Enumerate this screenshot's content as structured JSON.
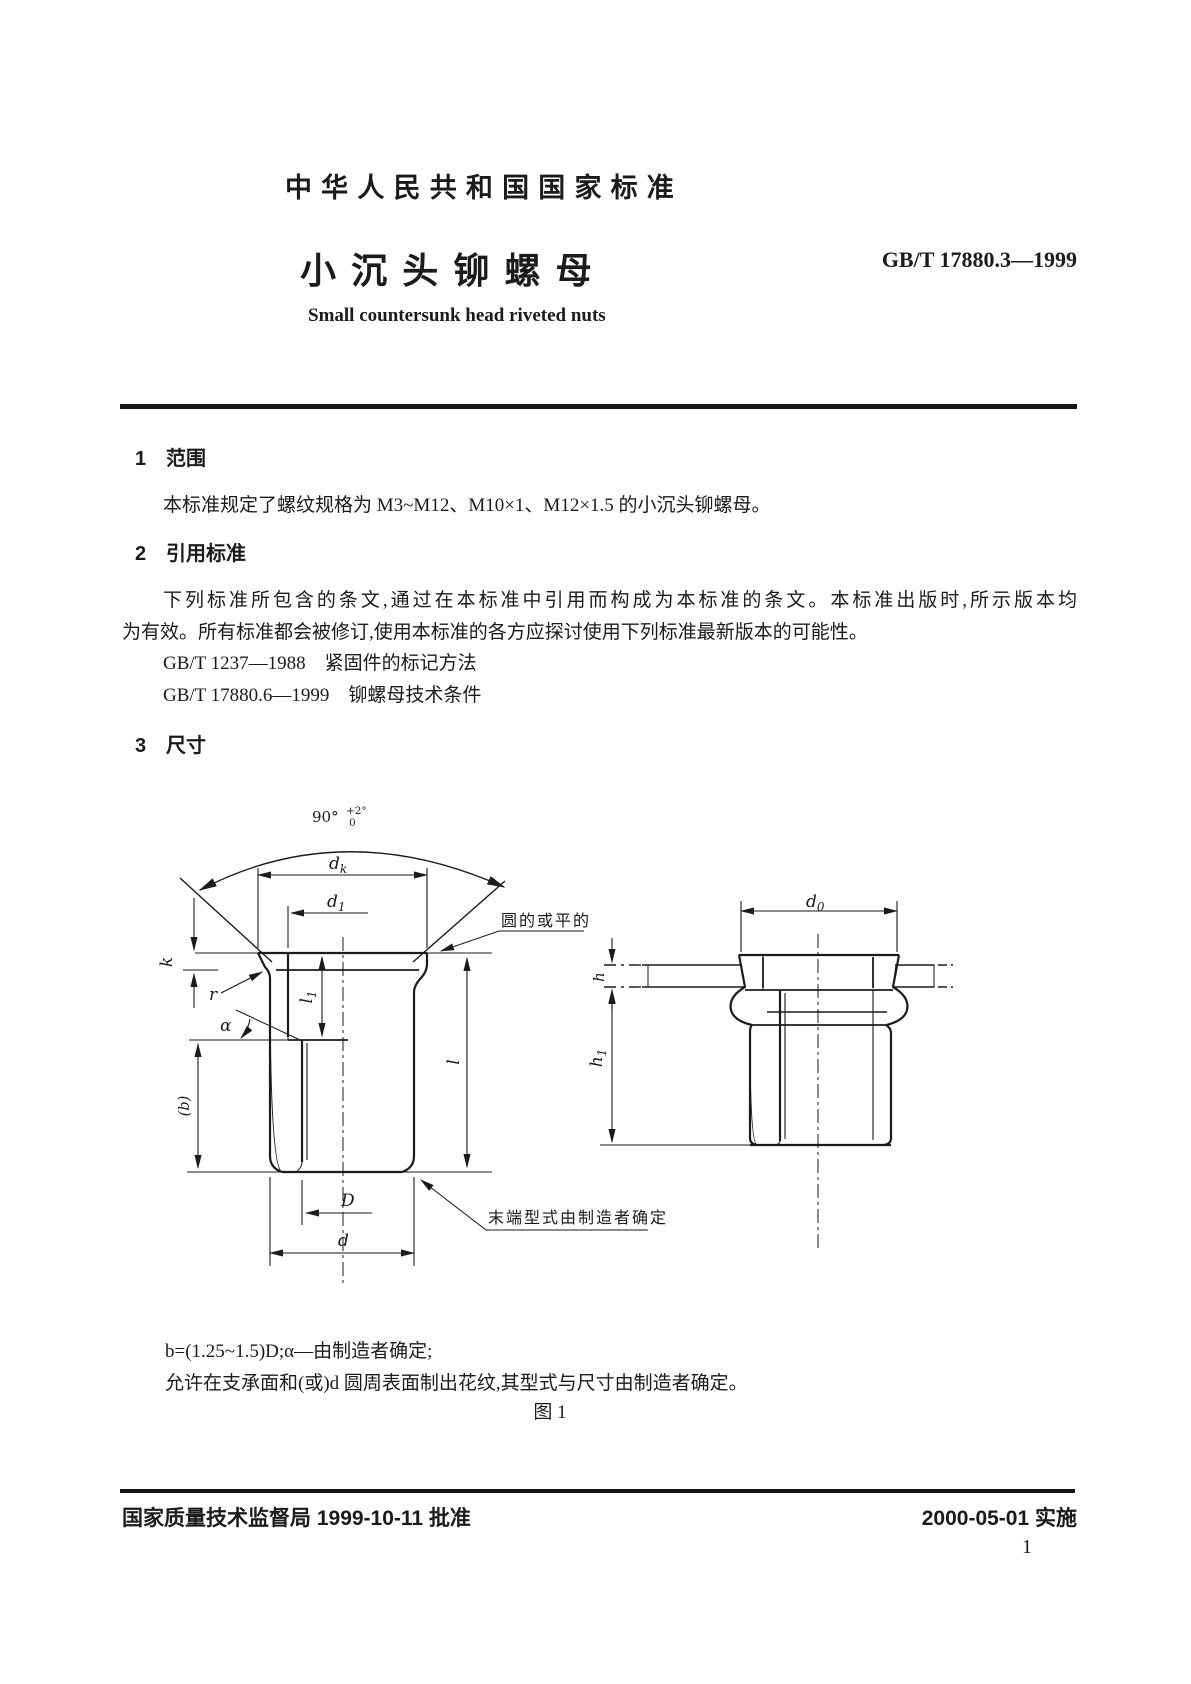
{
  "page": {
    "number": "1"
  },
  "header": {
    "national_standard": "中华人民共和国国家标准",
    "title_cn": "小沉头铆螺母",
    "standard_code": "GB/T 17880.3—1999",
    "title_en": "Small countersunk head riveted nuts"
  },
  "sections": {
    "s1": {
      "num": "1",
      "title": "范围",
      "body": "本标准规定了螺纹规格为 M3~M12、M10×1、M12×1.5 的小沉头铆螺母。"
    },
    "s2": {
      "num": "2",
      "title": "引用标准",
      "line1": "下列标准所包含的条文,通过在本标准中引用而构成为本标准的条文。本标准出版时,所示版本均",
      "line2": "为有效。所有标准都会被修订,使用本标准的各方应探讨使用下列标准最新版本的可能性。",
      "ref1": "GB/T 1237—1988　紧固件的标记方法",
      "ref2": "GB/T 17880.6—1999　铆螺母技术条件"
    },
    "s3": {
      "num": "3",
      "title": "尺寸"
    }
  },
  "figure": {
    "caption": "图 1",
    "note1": "b=(1.25~1.5)D;α—由制造者确定;",
    "note2": "允许在支承面和(或)d 圆周表面制出花纹,其型式与尺寸由制造者确定。",
    "callouts": {
      "head_edge": "圆的或平的",
      "end_form": "末端型式由制造者确定"
    },
    "angle": {
      "base": "90°",
      "tol_up": "+2°",
      "tol_dn": "0"
    },
    "dims": {
      "dk": {
        "b": "d",
        "s": "k"
      },
      "d1": {
        "b": "d",
        "s": "1"
      },
      "k": "k",
      "r": "r",
      "alpha": "α",
      "l1": {
        "b": "l",
        "s": "1"
      },
      "b_ref": "(b)",
      "l": "l",
      "D": "D",
      "d": "d",
      "d0": {
        "b": "d",
        "s": "0"
      },
      "h": "h",
      "h1": {
        "b": "h",
        "s": "1"
      }
    }
  },
  "footer": {
    "approval": "国家质量技术监督局 1999-10-11 批准",
    "implementation": "2000-05-01 实施"
  }
}
